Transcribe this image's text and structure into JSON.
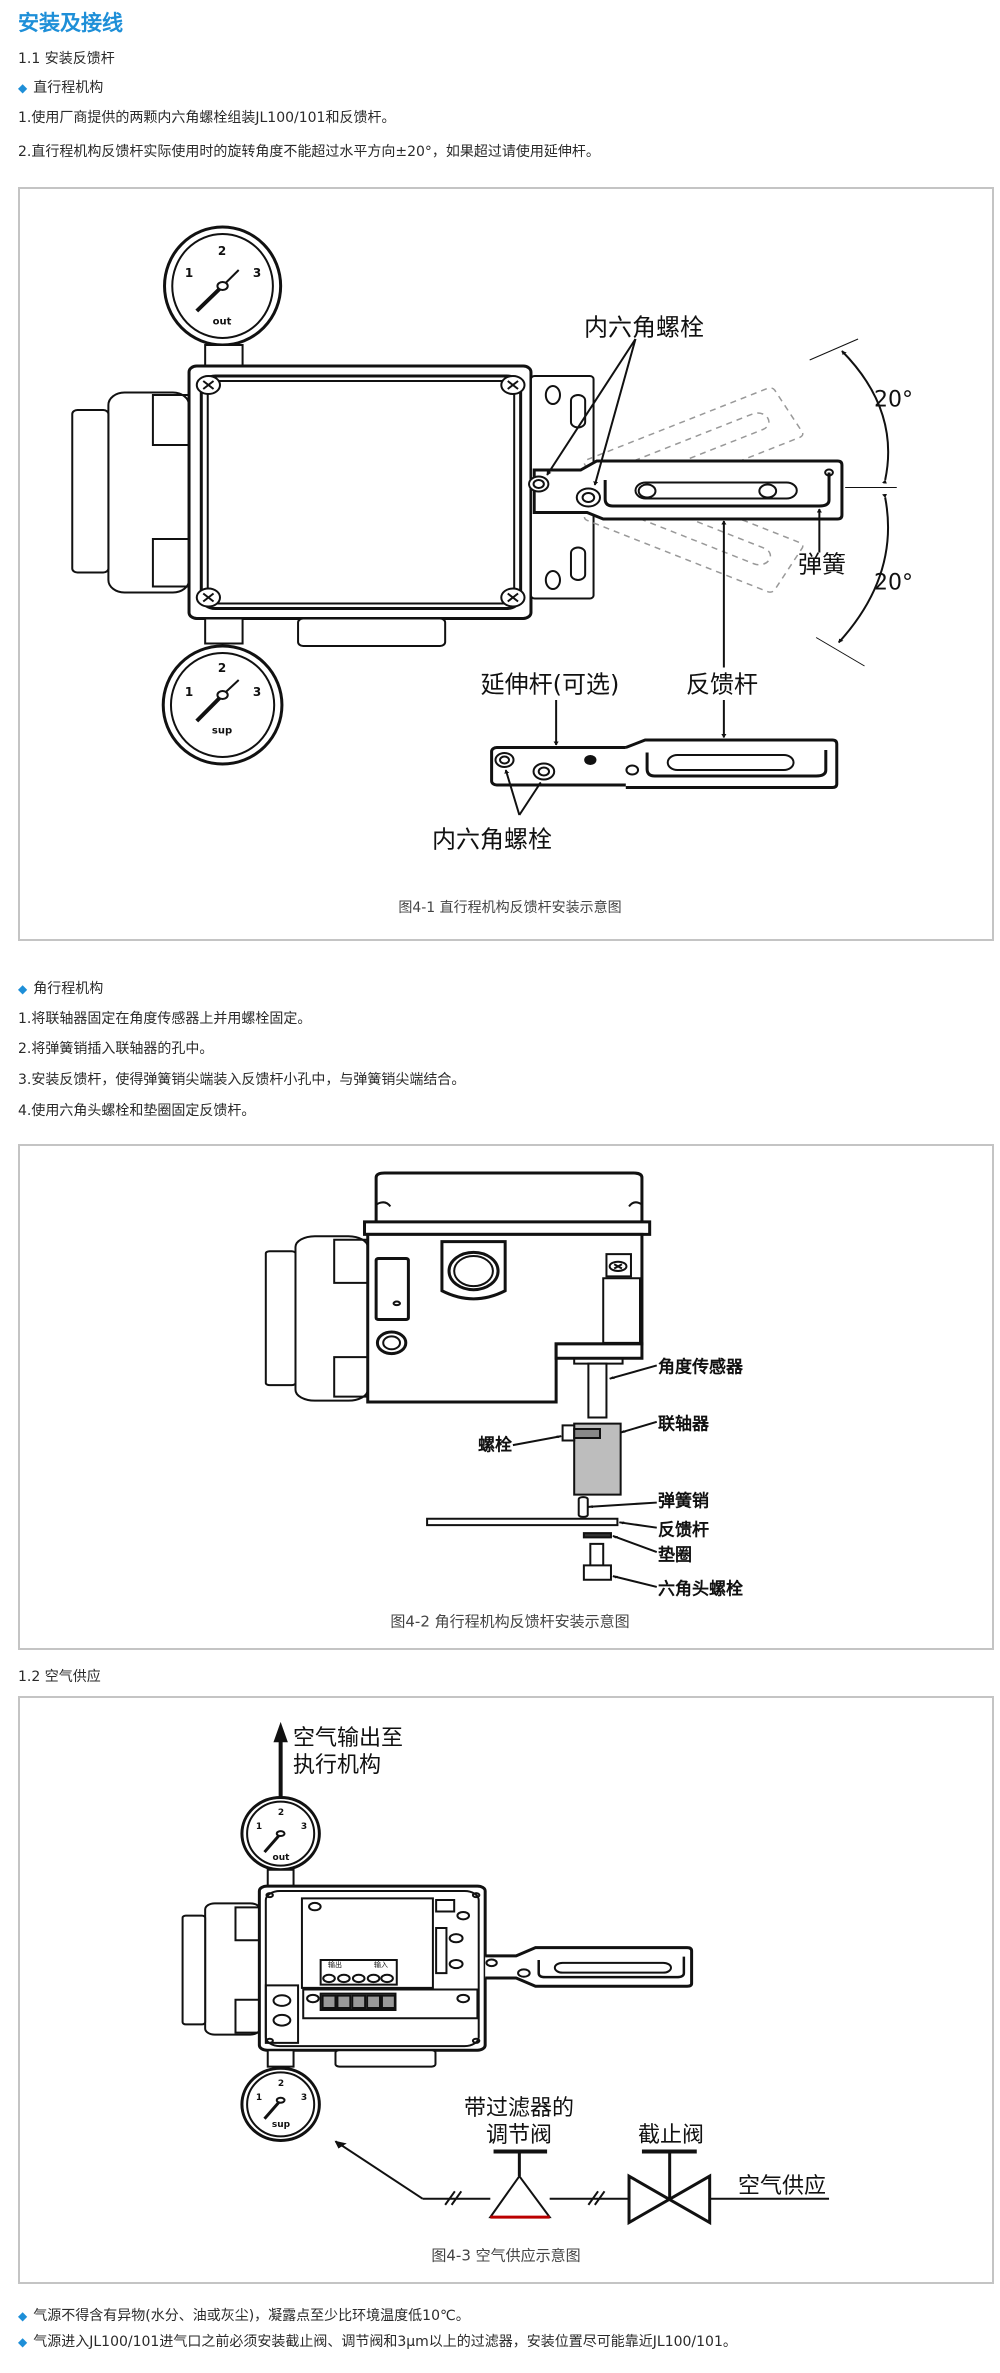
{
  "title": "安装及接线",
  "section1": {
    "heading": "1.1 安装反馈杆",
    "linear": {
      "bullet": "直行程机构",
      "steps": [
        "1.使用厂商提供的两颗内六角螺栓组装JL100/101和反馈杆。",
        "2.直行程机构反馈杆实际使用时的旋转角度不能超过水平方向±20°，如果超过请使用延伸杆。"
      ]
    },
    "figure1": {
      "labels": {
        "hex_bolt_top": "内六角螺栓",
        "angle_up": "20°",
        "angle_down": "20°",
        "spring": "弹簧",
        "extension": "延伸杆(可选)",
        "feedback_lever": "反馈杆",
        "hex_bolt_bottom": "内六角螺栓"
      },
      "gauge_out": {
        "n1": "1",
        "n2": "2",
        "n3": "3",
        "name": "out"
      },
      "gauge_sup": {
        "n1": "1",
        "n2": "2",
        "n3": "3",
        "name": "sup"
      },
      "caption": "图4-1   直行程机构反馈杆安装示意图"
    },
    "rotary": {
      "bullet": "角行程机构",
      "steps": [
        "1.将联轴器固定在角度传感器上并用螺栓固定。",
        "2.将弹簧销插入联轴器的孔中。",
        "3.安装反馈杆，使得弹簧销尖端装入反馈杆小孔中，与弹簧销尖端结合。",
        "4.使用六角头螺栓和垫圈固定反馈杆。"
      ]
    },
    "figure2": {
      "labels": {
        "angle_sensor": "角度传感器",
        "coupling": "联轴器",
        "bolt": "螺栓",
        "spring_pin": "弹簧销",
        "feedback_lever": "反馈杆",
        "washer": "垫圈",
        "hex_head_bolt": "六角头螺栓"
      },
      "caption": "图4-2  角行程机构反馈杆安装示意图"
    }
  },
  "section2": {
    "heading": "1.2 空气供应",
    "figure3": {
      "labels": {
        "output_line1": "空气输出至",
        "output_line2": "执行机构",
        "regulator_line1": "带过滤器的",
        "regulator_line2": "调节阀",
        "shutoff_valve": "截止阀",
        "air_supply": "空气供应",
        "terminal_out": "输出",
        "terminal_in": "输入"
      },
      "gauge_out": {
        "n1": "1",
        "n2": "2",
        "n3": "3",
        "name": "out"
      },
      "gauge_sup": {
        "n1": "1",
        "n2": "2",
        "n3": "3",
        "name": "sup"
      },
      "caption": "图4-3  空气供应示意图"
    },
    "notes": [
      "气源不得含有异物(水分、油或灰尘)，凝露点至少比环境温度低10℃。",
      "气源进入JL100/101进气口之前必须安装截止阀、调节阀和3μm以上的过滤器，安装位置尽可能靠近JL100/101。"
    ]
  },
  "colors": {
    "accent": "#1e8fd8",
    "box_border": "#c4c4c4"
  }
}
